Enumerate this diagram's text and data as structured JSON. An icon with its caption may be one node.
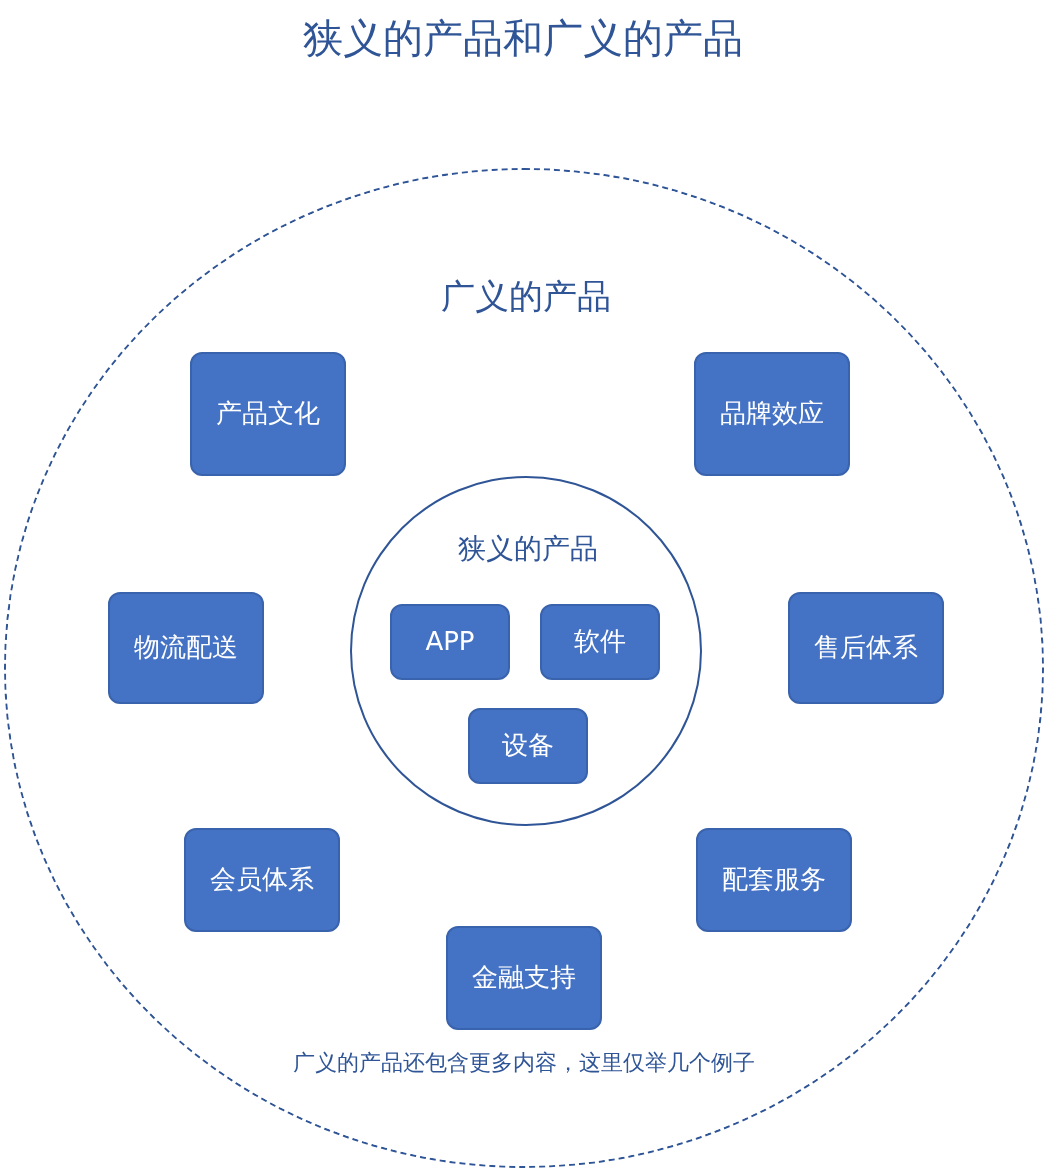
{
  "diagram": {
    "title": "狭义的产品和广义的产品",
    "nodes": [
      {
        "text": [
          "广义的产品"
        ]
      },
      {
        "text": [
          "产品文化"
        ],
        "in": 0
      },
      {
        "text": [
          "品牌效应"
        ],
        "in": 0
      },
      {
        "text": [
          "狭义的产品"
        ],
        "in": 0
      },
      {
        "text": [
          "APP"
        ],
        "in": 3
      },
      {
        "text": [
          "软件"
        ],
        "in": 3
      },
      {
        "text": [
          "设备"
        ],
        "in": 3
      },
      {
        "text": [
          "物流配送"
        ],
        "in": 0
      },
      {
        "text": [
          "售后体系"
        ],
        "in": 0
      },
      {
        "text": [
          "会员体系"
        ],
        "in": 0
      },
      {
        "text": [
          "配套服务"
        ],
        "in": 0
      },
      {
        "text": [
          "金融支持"
        ],
        "in": 0
      }
    ],
    "edges": [],
    "labels": [
      "广义的产品还包含更多内容，这里仅举几个例子"
    ]
  }
}
